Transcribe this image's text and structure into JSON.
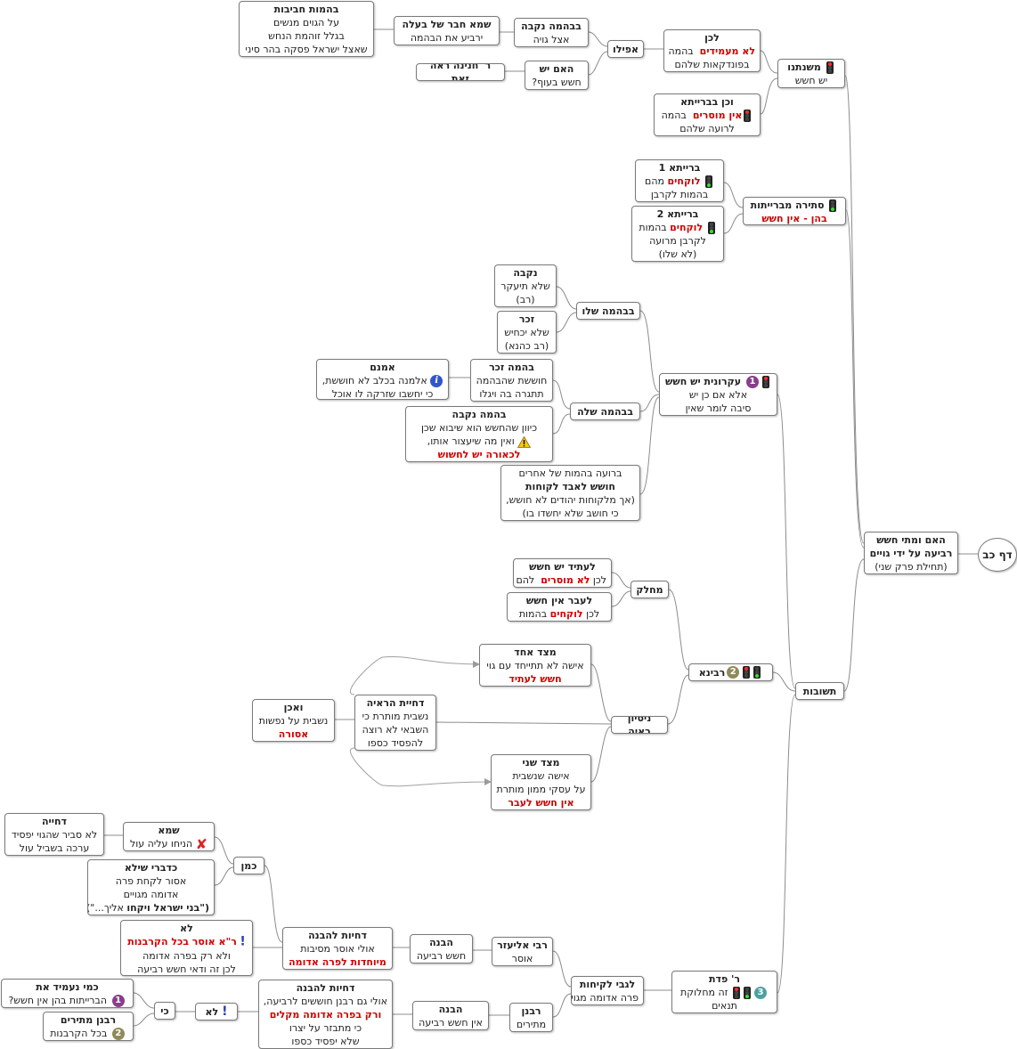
{
  "root": "דף כב",
  "main": [
    "האם ומתי חשש",
    "רביעה על ידי גויים",
    "(תחילת פרק שני)"
  ],
  "mishnatenu": {
    "t": "משנתנו",
    "l": "יש חשש"
  },
  "lachen": {
    "t": "לכן",
    "r": "לא מעמידים",
    "l1": "בהמה",
    "l2": "בפונדקאות שלהם"
  },
  "vechen": {
    "t": "וכן בברייתא",
    "r": "אין מוסרים",
    "l1": "בהמה",
    "l2": "לרועה שלהם"
  },
  "afilu": "אפילו",
  "nekeva_goya": {
    "t": "בבהמה נקבה",
    "l": "אצל גויה"
  },
  "shema_chaver": {
    "t": "שמא חבר של בעלה",
    "l": "ירביע את הבהמה"
  },
  "behemot_chaviv": {
    "t": "בהמות חביבות",
    "l1": "על הגוים מנשים",
    "l2": "בגלל זוהמת הנחש",
    "l3": "שאצל ישראל פסקה בהר סיני"
  },
  "haim_yesh": {
    "t": "האם יש",
    "l": "חשש בעוף?"
  },
  "r_chanina": "ר' חנינה ראה זאת",
  "stira": {
    "t": "סתירה מברייתות",
    "r": "בהן - אין חשש"
  },
  "br1": {
    "t": "ברייתא 1",
    "r": "לוקחים",
    "l1": "מהם",
    "l2": "בהמות לקרבן"
  },
  "br2": {
    "t": "ברייתא 2",
    "r": "לוקחים",
    "l1": "בהמות",
    "l2": "לקרבן מרועה",
    "l3": "(לא שלו)"
  },
  "ekronit": {
    "t": "עקרונית יש חשש",
    "l1": "אלא אם כן יש",
    "l2": "סיבה לומר שאין"
  },
  "bebehema_shelo": "בבהמה שלו",
  "nekeva_shelo": {
    "t": "נקבה",
    "l1": "שלא תיעקר",
    "l2": "(רב)"
  },
  "zachar_shelo": {
    "t": "זכר",
    "l1": "שלא יכחיש",
    "l2": "(רב כהנא)"
  },
  "bebehema_shela": "בבהמה שלה",
  "behema_zachar": {
    "t": "בהמה זכר",
    "l1": "חוששת שהבהמה",
    "l2": "תתגרה בה ויגלו"
  },
  "omnam": {
    "t": "אמנם",
    "l1": "אלמנה בכלב לא חוששת,",
    "l2": "כי יחשבו שזרקה לו אוכל"
  },
  "behema_nekeva": {
    "t": "בהמה נקבה",
    "l1": "כיוון שהחשש הוא שיבוא שכן",
    "l2": "ואין מה שיעצור אותו,",
    "r": "לכאורה יש לחשוש"
  },
  "roaa": {
    "l1": "ברועה בהמות של אחרים",
    "b": "חושש לאבד לקוחות",
    "l2": "(אך מלקוחות יהודים לא חושש,",
    "l3": "כי חושב שלא יחשדו בו)"
  },
  "teshuvot": "תשובות",
  "ravina": "רבינא",
  "mechalek": "מחלק",
  "leatid": {
    "t": "לעתיד יש חשש",
    "l1": "לכן",
    "r": "לא מוסרים",
    "l2": "להם"
  },
  "leavar": {
    "t": "לעבר אין חשש",
    "l1": "לכן",
    "r": "לוקחים",
    "l2": "בהמות"
  },
  "nisayon": "ניסיון ראיה",
  "mitzad_echad": {
    "t": "מצד אחד",
    "l": "אישה לא תתייחד עם גוי",
    "r": "חשש לעתיד"
  },
  "mitzad_sheni": {
    "t": "מצד שני",
    "l1": "אישה שנשבית",
    "l2": "על עסקי ממון מותרת",
    "r": "אין חשש לעבר"
  },
  "dechiyat_raya": {
    "t": "דחיית הראיה",
    "l1": "נשבית מותרת כי",
    "l2": "השבאי לא רוצה",
    "l3": "להפסיד כספו"
  },
  "veachen": {
    "t": "ואכן",
    "l": "נשבית על נפשות",
    "r": "אסורה"
  },
  "r_pedat": {
    "t": "ר' פדת",
    "l1": "זה מחלוקת",
    "l2": "תנאים"
  },
  "legabei": {
    "t": "לגבי לקיחות",
    "l": "פרה אדומה מגוי"
  },
  "r_eliezer": {
    "t": "רבי אליעזר",
    "l": "אוסר"
  },
  "havana1": {
    "t": "הבנה",
    "l": "חשש רביעה"
  },
  "dechiyot1": {
    "t": "דחיות להבנה",
    "l": "אולי אוסר מסיבות",
    "r": "מיוחדות לפרה אדומה"
  },
  "kaman": "כמן",
  "shema": {
    "t": "שמא",
    "l": "הניחו עליה עול"
  },
  "dechiya": {
    "t": "דחייה",
    "l1": "לא סביר שהגוי יפסיד",
    "l2": "ערכה בשביל עול"
  },
  "kedivrei": {
    "t": "כדברי שילא",
    "l1": "אסור לקחת פרה",
    "l2": "אדומה מגויים",
    "l3a": "(\"בני ישראל ויקחו",
    "l3b": "אליך...\")"
  },
  "lo_top": {
    "t": "לא",
    "r": "ר\"א אוסר בכל הקרבנות",
    "l1": "ולא רק בפרה אדומה",
    "l2": "לכן זה ודאי חשש רביעה"
  },
  "rabanan": {
    "t": "רבנן",
    "l": "מתירים"
  },
  "havana2": {
    "t": "הבנה",
    "l": "אין חשש רביעה"
  },
  "dechiyot2": {
    "t": "דחיות להבנה",
    "l1": "אולי גם רבנן חוששים לרביעה,",
    "r": "ורק בפרה אדומה מקלים",
    "l2": "כי מתבזר על יצרו",
    "l3": "שלא יפסיד כספו"
  },
  "lo_bottom": "לא",
  "ki": "כי",
  "kemi": {
    "t": "כמי נעמיד את",
    "l": "הברייתות בהן אין חשש?"
  },
  "rabanan_matirim": {
    "t": "רבנן מתירים",
    "l": "בכל הקרבנות"
  },
  "colors": {
    "accent_red": "#d10000",
    "border": "#7a7a7a",
    "wire": "#8c8c8c"
  }
}
